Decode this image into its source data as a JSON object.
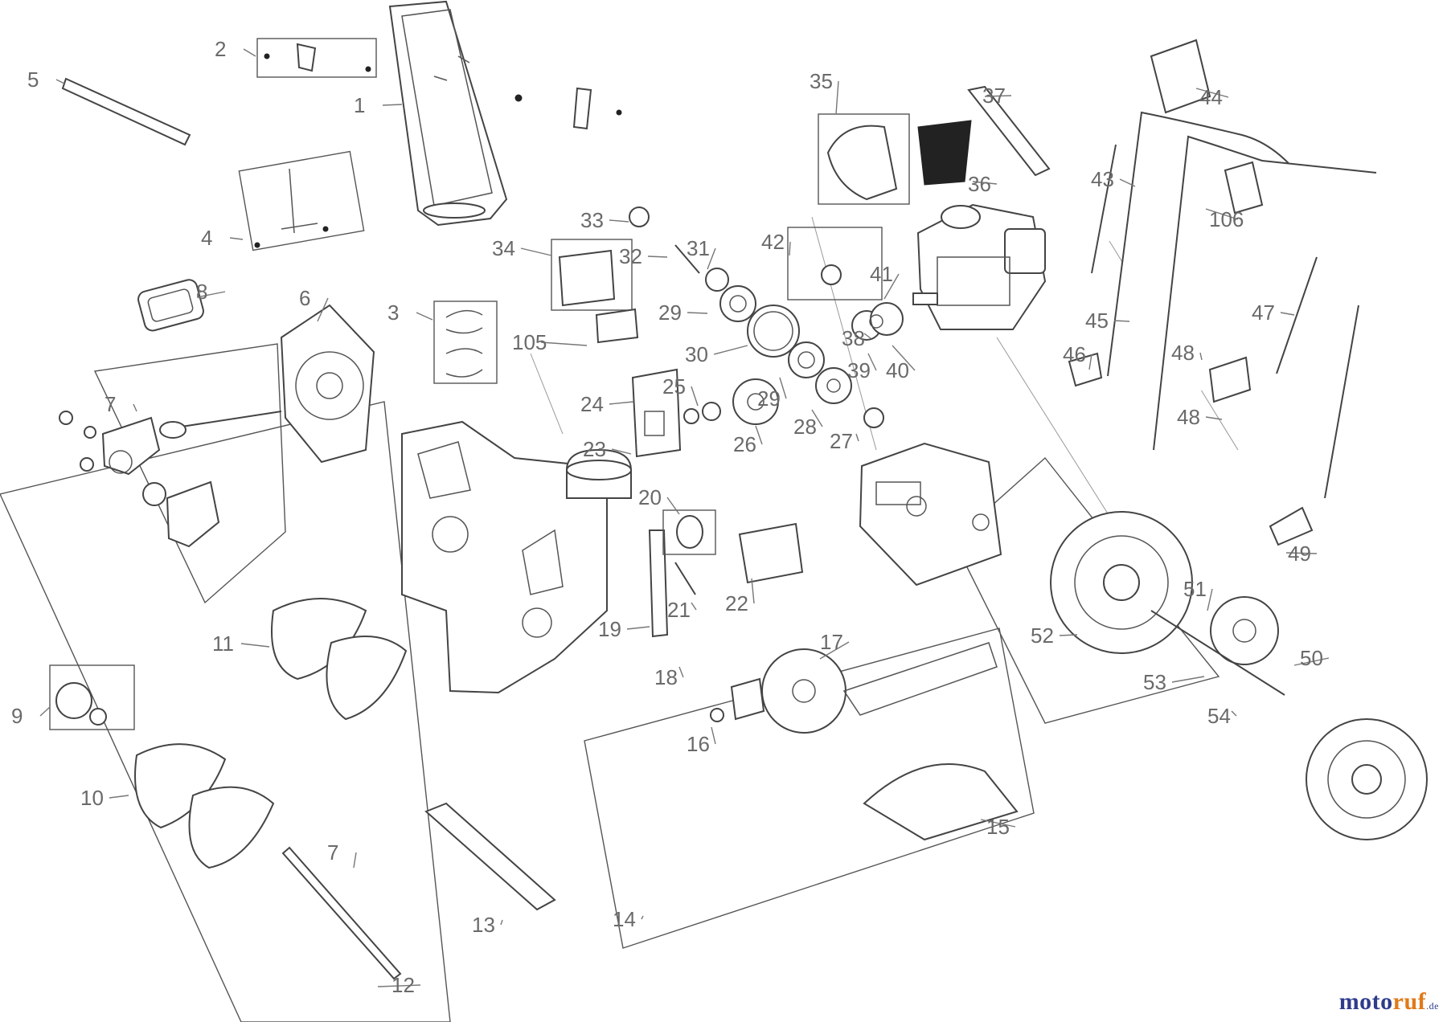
{
  "diagram": {
    "part_numbers": [
      "1",
      "2",
      "3",
      "4",
      "5",
      "6",
      "7",
      "7",
      "8",
      "9",
      "10",
      "11",
      "12",
      "13",
      "14",
      "15",
      "16",
      "17",
      "18",
      "19",
      "20",
      "21",
      "22",
      "23",
      "24",
      "25",
      "26",
      "27",
      "28",
      "29",
      "29",
      "30",
      "31",
      "32",
      "33",
      "34",
      "35",
      "36",
      "37",
      "38",
      "39",
      "40",
      "41",
      "42",
      "43",
      "44",
      "45",
      "46",
      "47",
      "48",
      "48",
      "49",
      "50",
      "51",
      "52",
      "53",
      "54",
      "105",
      "106"
    ]
  },
  "brand": {
    "logo_part1": "moto",
    "logo_part2": "ruf",
    "logo_tld": ".de",
    "color_primary": "#2e3c8c",
    "color_accent": "#e07a1a"
  }
}
